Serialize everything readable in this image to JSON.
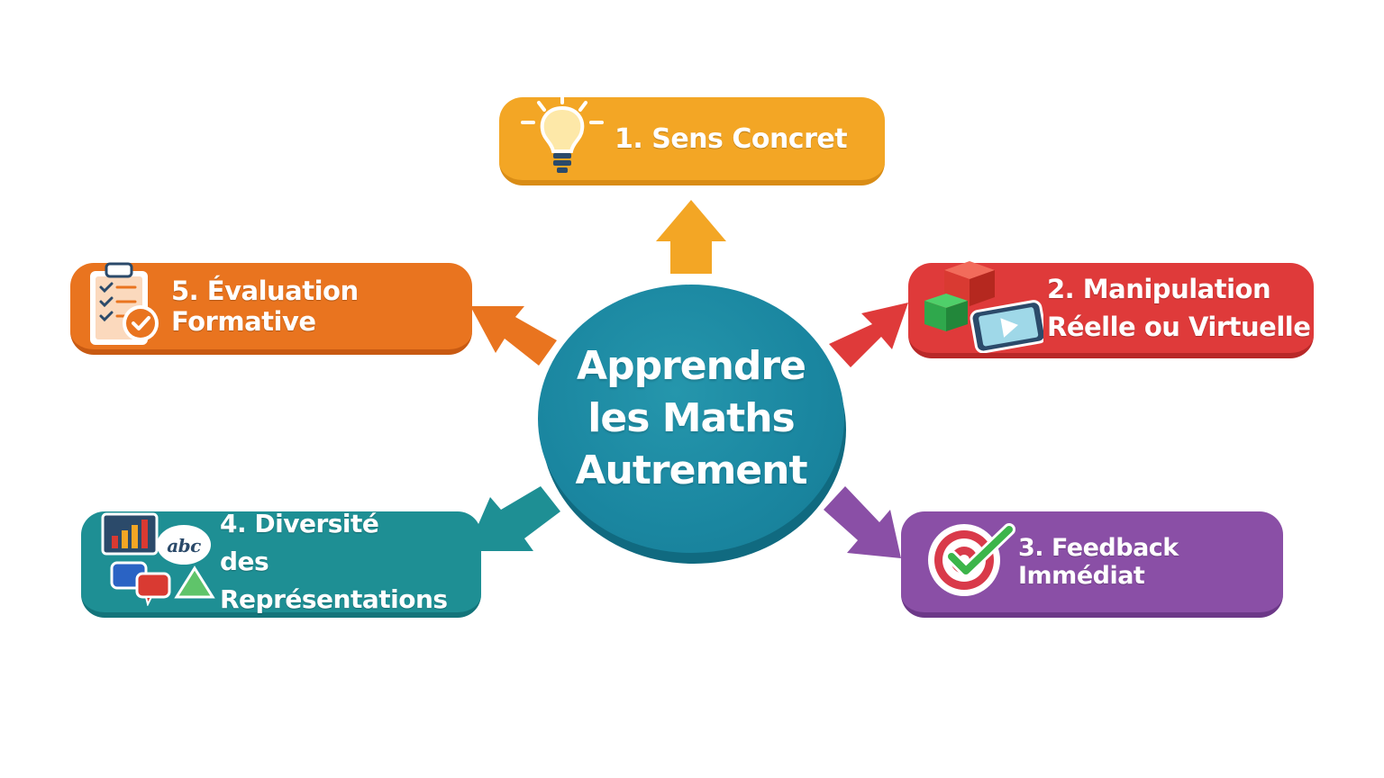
{
  "center": {
    "title": "Apprendre\nles Maths\nAutrement",
    "color": "#1a86a0"
  },
  "items": [
    {
      "label": "1. Sens Concret",
      "icon": "lightbulb-icon",
      "color": "#f3a625"
    },
    {
      "label": "2. Manipulation\n   Réelle ou Virtuelle",
      "icon": "cubes-tablet-icon",
      "color": "#df3a3a"
    },
    {
      "label": "3. Feedback Immédiat",
      "icon": "target-check-icon",
      "color": "#8a4fa6"
    },
    {
      "label": "4. Diversité\n   des Représentations",
      "icon": "chart-speech-icon",
      "color": "#1e8f94"
    },
    {
      "label": "5. Évaluation Formative",
      "icon": "clipboard-check-icon",
      "color": "#e9741f"
    }
  ]
}
